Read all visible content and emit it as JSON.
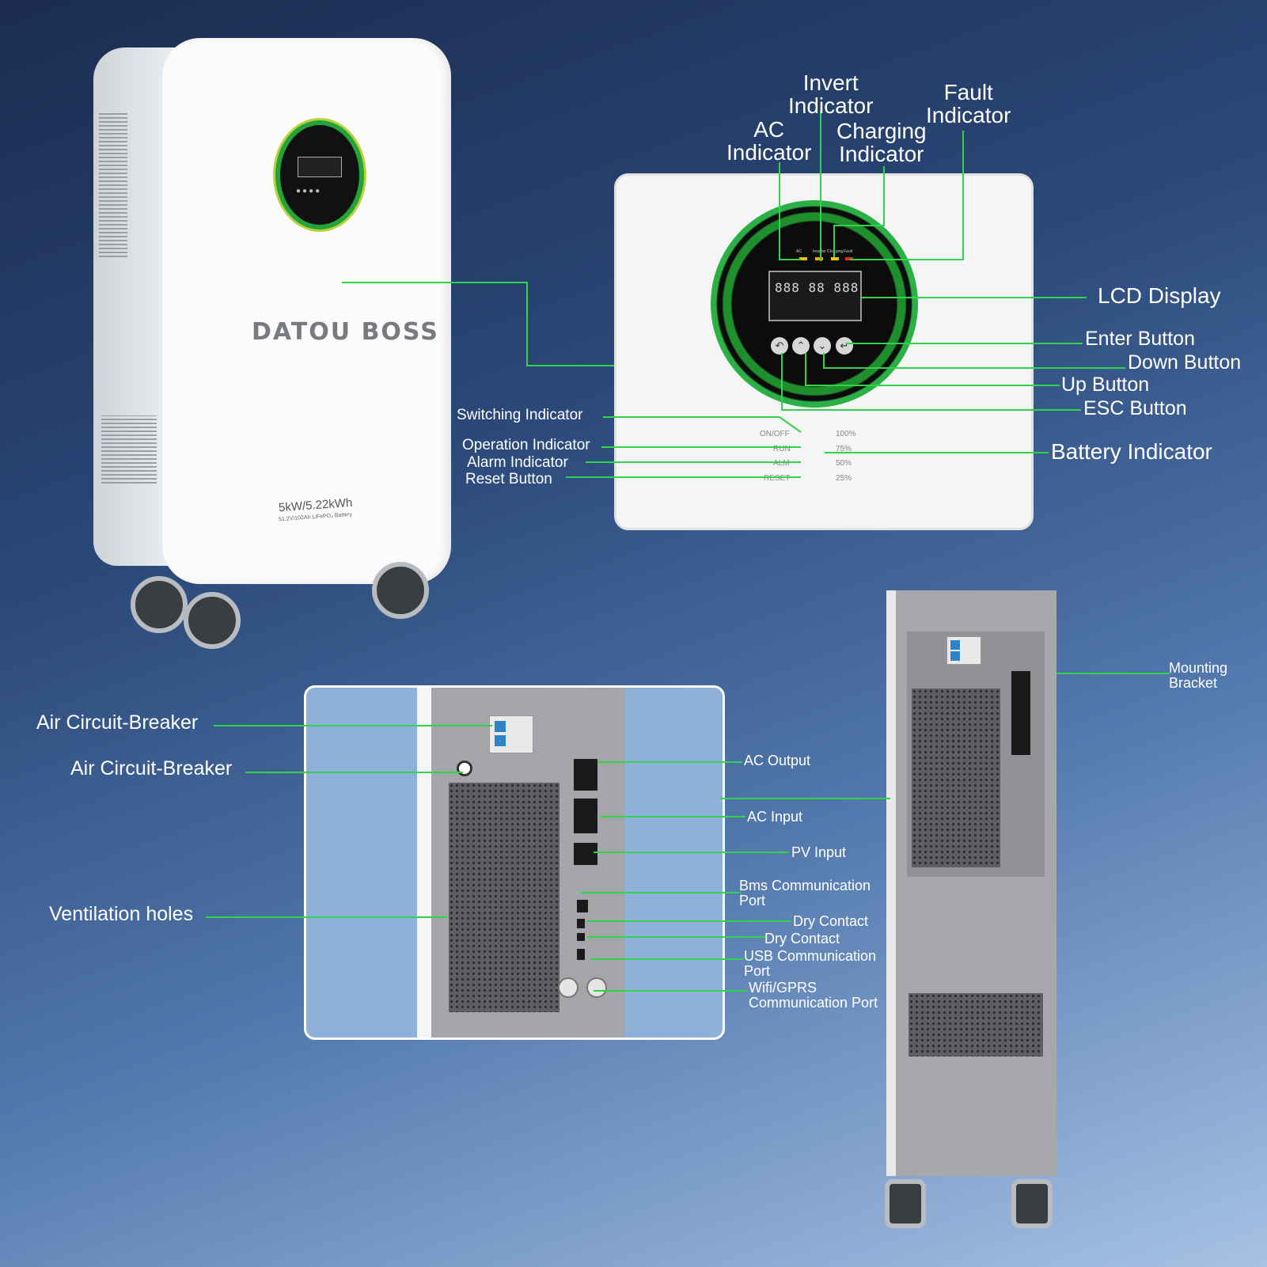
{
  "product": {
    "brand": "DATOU BOSS",
    "power_rating": "5kW/5.22kWh",
    "chemistry": "51.2V/102Ah LiFePO₄ Battery"
  },
  "display_panel": {
    "led_labels": [
      "AC",
      "Inverter",
      "Charging",
      "Fault"
    ],
    "lcd_text": "888 88 888",
    "status_labels": [
      "ON/OFF",
      "RUN",
      "ALM",
      "RESET"
    ],
    "battery_levels": [
      "100%",
      "75%",
      "50%",
      "25%"
    ]
  },
  "callouts": {
    "invert_indicator": "Invert\nIndicator",
    "fault_indicator": "Fault\nIndicator",
    "ac_indicator": "AC\nIndicator",
    "charging_indicator": "Charging\nIndicator",
    "lcd_display": "LCD Display",
    "enter_button": "Enter Button",
    "down_button": "Down Button",
    "up_button": "Up Button",
    "esc_button": "ESC Button",
    "battery_indicator": "Battery Indicator",
    "switching_indicator": "Switching Indicator",
    "operation_indicator": "Operation Indicator",
    "alarm_indicator": "Alarm Indicator",
    "reset_button": "Reset Button",
    "air_breaker_1": "Air Circuit-Breaker",
    "air_breaker_2": "Air Circuit-Breaker",
    "ventilation": "Ventilation holes",
    "ac_output": "AC Output",
    "ac_input": "AC Input",
    "pv_input": "PV Input",
    "bms_port": "Bms Communication\nPort",
    "dry_contact_1": "Dry Contact",
    "dry_contact_2": "Dry Contact",
    "usb_port": "USB Communication\nPort",
    "wifi_port": "Wifi/GPRS\nCommunication Port",
    "mounting_bracket": "Mounting\nBracket"
  },
  "colors": {
    "callout_line": "#2fd44a",
    "label_text": "#ffffff"
  }
}
